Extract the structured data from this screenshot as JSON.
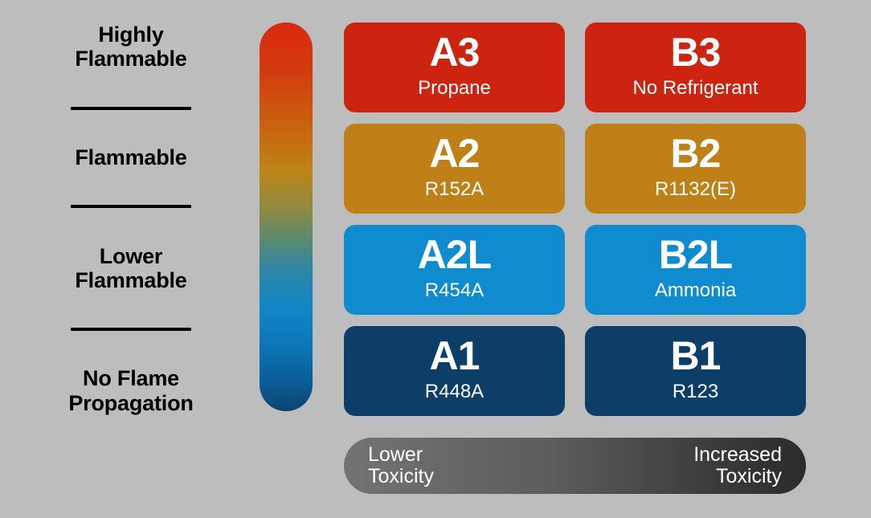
{
  "background_color": "#bdbdbd",
  "flammability_axis": {
    "labels": [
      {
        "text": "Highly\nFlammable"
      },
      {
        "text": "Flammable"
      },
      {
        "text": "Lower\nFlammable"
      },
      {
        "text": "No Flame\nPropagation"
      }
    ],
    "gradient_stops": [
      "#d9290f",
      "#c9600f",
      "#bd8516",
      "#5f8a6a",
      "#0f86c8",
      "#0c4470"
    ]
  },
  "toxicity_axis": {
    "left_label": "Lower\nToxicity",
    "right_label": "Increased\nToxicity",
    "gradient_from": "#737373",
    "gradient_to": "#2b2b2b"
  },
  "classes": [
    {
      "code": "A3",
      "refrigerant": "Propane",
      "color": "#cc2410",
      "flammability": "Highly Flammable",
      "toxicity": "Lower Toxicity"
    },
    {
      "code": "B3",
      "refrigerant": "No Refrigerant",
      "color": "#cc2410",
      "flammability": "Highly Flammable",
      "toxicity": "Increased Toxicity"
    },
    {
      "code": "A2",
      "refrigerant": "R152A",
      "color": "#c08018",
      "flammability": "Flammable",
      "toxicity": "Lower Toxicity"
    },
    {
      "code": "B2",
      "refrigerant": "R1132(E)",
      "color": "#c08018",
      "flammability": "Flammable",
      "toxicity": "Increased Toxicity"
    },
    {
      "code": "A2L",
      "refrigerant": "R454A",
      "color": "#0f8bd0",
      "flammability": "Lower Flammable",
      "toxicity": "Lower Toxicity"
    },
    {
      "code": "B2L",
      "refrigerant": "Ammonia",
      "color": "#0f8bd0",
      "flammability": "Lower Flammable",
      "toxicity": "Increased Toxicity"
    },
    {
      "code": "A1",
      "refrigerant": "R448A",
      "color": "#0d3e68",
      "flammability": "No Flame Propagation",
      "toxicity": "Lower Toxicity"
    },
    {
      "code": "B1",
      "refrigerant": "R123",
      "color": "#0d3e68",
      "flammability": "No Flame Propagation",
      "toxicity": "Increased Toxicity"
    }
  ]
}
